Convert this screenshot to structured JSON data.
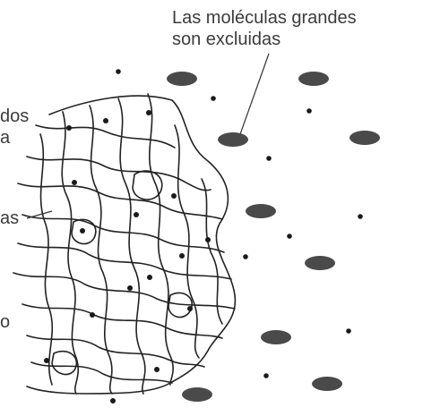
{
  "labels": {
    "excluded_line1": "Las moléculas grandes",
    "excluded_line2": "son excluidas",
    "left_fragment_1_line1": "dos",
    "left_fragment_1_line2": "a",
    "left_fragment_2": "as",
    "left_fragment_3": "o"
  },
  "colors": {
    "ink": "#222222",
    "large_molecule": "#4a4a4a",
    "small_molecule": "#1a1a1a",
    "text": "#3c3c3c"
  }
}
